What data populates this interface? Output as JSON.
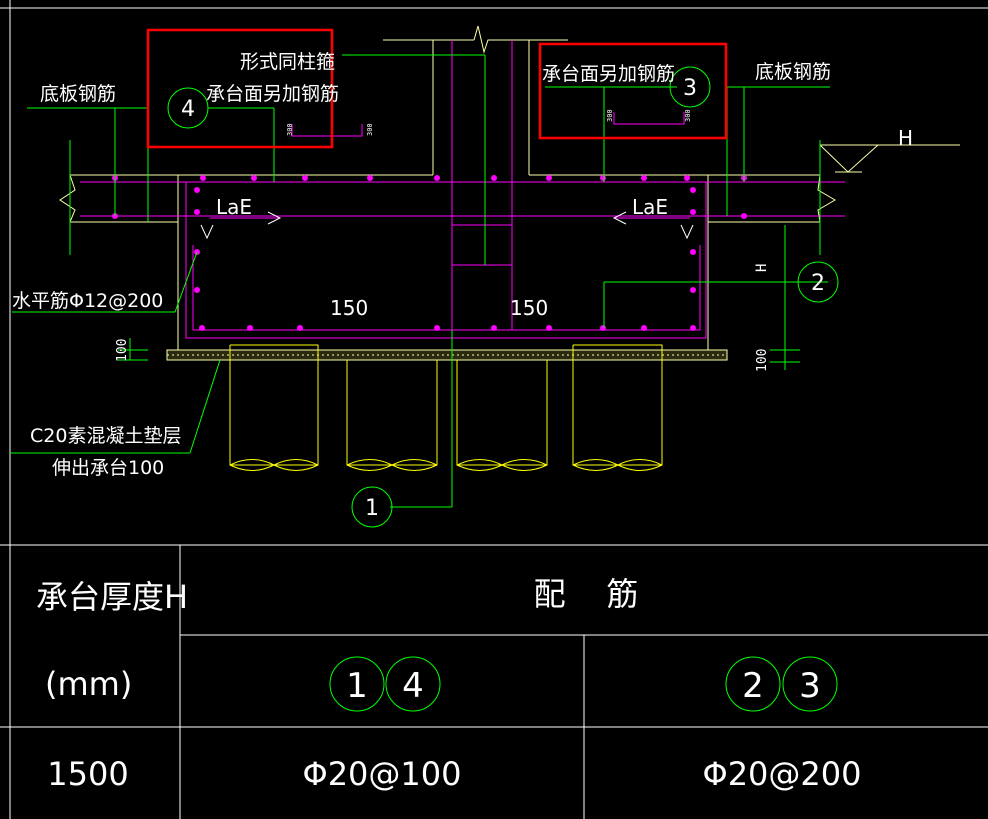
{
  "colors": {
    "background": "#000000",
    "frame": "#ffffff",
    "rebar": "#ff00ff",
    "leader": "#00ff00",
    "pile": "#ffff00",
    "structure": "#ffffaa",
    "highlight": "#ff0000",
    "text": "#ffffff"
  },
  "labels": {
    "tie_same_as_column": "形式同柱箍",
    "top_extra_left": "承台面另加钢筋",
    "top_extra_right": "承台面另加钢筋",
    "bottom_slab_left": "底板钢筋",
    "bottom_slab_right": "底板钢筋",
    "horizontal_bar": "水平筋Φ12@200",
    "lae_left": "LaE",
    "lae_right": "LaE",
    "dim_150_left": "150",
    "dim_150_right": "150",
    "dim_100_left": "100",
    "dim_100_right": "100",
    "dim_300_a": "300",
    "dim_300_b": "300",
    "dim_300_c": "300",
    "dim_300_d": "300",
    "height_h_label": "H",
    "level_h": "H",
    "cushion_line1": "C20素混凝土垫层",
    "cushion_line2": "伸出承台100"
  },
  "callouts": {
    "c1": "1",
    "c2": "2",
    "c3": "3",
    "c4": "4"
  },
  "table": {
    "header_thickness": "承台厚度H",
    "header_unit": "(mm)",
    "header_rebar": "配    筋",
    "col1_marks": [
      "1",
      "4"
    ],
    "col2_marks": [
      "2",
      "3"
    ],
    "row_thickness": "1500",
    "row_col1": "Φ20@100",
    "row_col2": "Φ20@200"
  }
}
